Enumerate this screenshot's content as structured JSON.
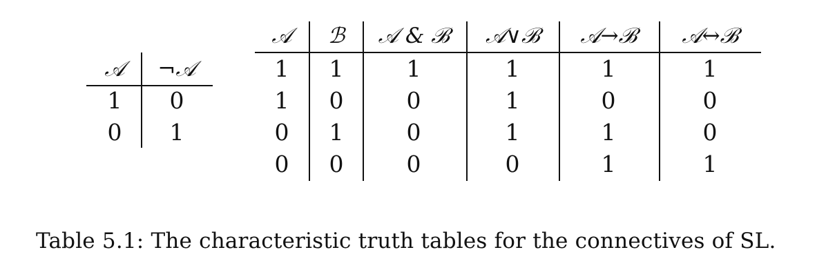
{
  "negation_table": {
    "headers": [
      "𝒜",
      "¬𝒜"
    ],
    "rows": [
      [
        "1",
        "0"
      ],
      [
        "0",
        "1"
      ]
    ]
  },
  "connectives_table": {
    "headers": [
      "𝒜",
      "ℬ",
      "𝒜 & ℬ",
      "𝒜∨ℬ",
      "𝒜→ℬ",
      "𝒜↔ℬ"
    ],
    "rows": [
      [
        "1",
        "1",
        "1",
        "1",
        "1",
        "1"
      ],
      [
        "1",
        "0",
        "0",
        "1",
        "0",
        "0"
      ],
      [
        "0",
        "1",
        "0",
        "1",
        "1",
        "0"
      ],
      [
        "0",
        "0",
        "0",
        "0",
        "1",
        "1"
      ]
    ]
  },
  "caption": "Table 5.1: The characteristic truth tables for the connectives of SL."
}
